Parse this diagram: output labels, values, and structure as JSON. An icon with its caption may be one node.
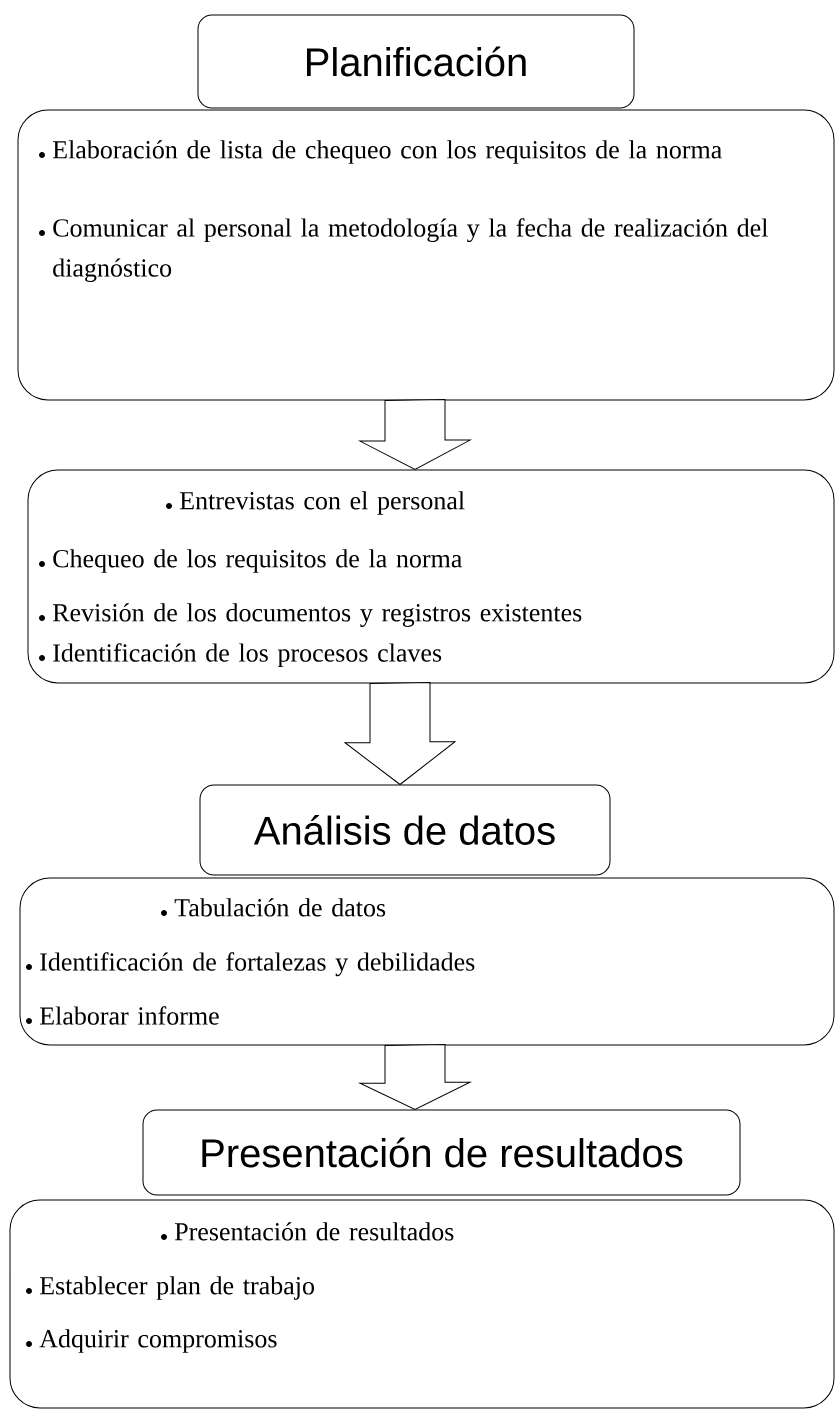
{
  "diagram": {
    "nodes": [
      {
        "text": [
          "Planificación"
        ]
      },
      {
        "text": [
          "Elaboración de lista de chequeo con los requisitos de la norma",
          "Comunicar al personal la metodología y la fecha de realización del diagnóstico"
        ]
      },
      {
        "text": [
          "Entrevistas con el personal",
          "Chequeo de los requisitos de la norma",
          "Revisión de los documentos y registros existentes",
          "Identificación de los procesos claves"
        ]
      },
      {
        "text": [
          "Análisis de datos"
        ]
      },
      {
        "text": [
          "Tabulación de datos",
          "Identificación de fortalezas y debilidades",
          "Elaborar informe"
        ]
      },
      {
        "text": [
          "Presentación de resultados"
        ]
      },
      {
        "text": [
          "Presentación de resultados",
          "Establecer plan de trabajo",
          "Adquirir compromisos"
        ]
      }
    ],
    "edges": [
      {
        "from": 1,
        "to": 2,
        "arrow": "to"
      },
      {
        "from": 2,
        "to": 3,
        "arrow": "to"
      },
      {
        "from": 4,
        "to": 5,
        "arrow": "to"
      }
    ]
  }
}
